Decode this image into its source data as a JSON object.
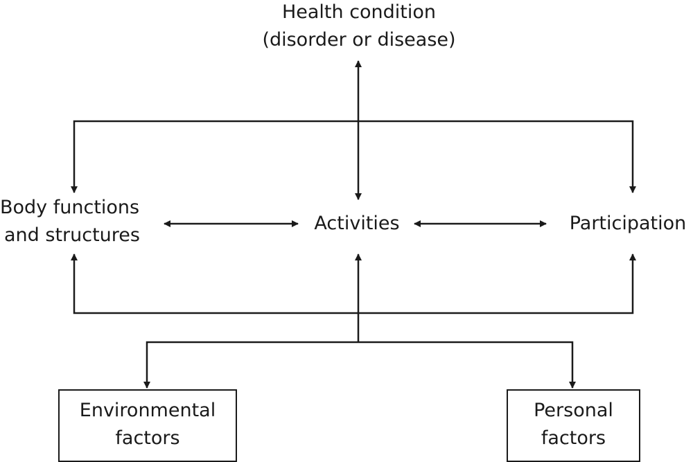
{
  "nodes": {
    "health_condition": {
      "line1": "Health condition",
      "line2": "(disorder or disease)"
    },
    "body_functions": {
      "line1": "Body functions",
      "line2": "and structures"
    },
    "activities": {
      "label": "Activities"
    },
    "participation": {
      "label": "Participation"
    },
    "environmental": {
      "line1": "Environmental",
      "line2": "factors"
    },
    "personal": {
      "line1": "Personal",
      "line2": "factors"
    }
  },
  "colors": {
    "stroke": "#1a1a1a",
    "background": "#ffffff"
  }
}
